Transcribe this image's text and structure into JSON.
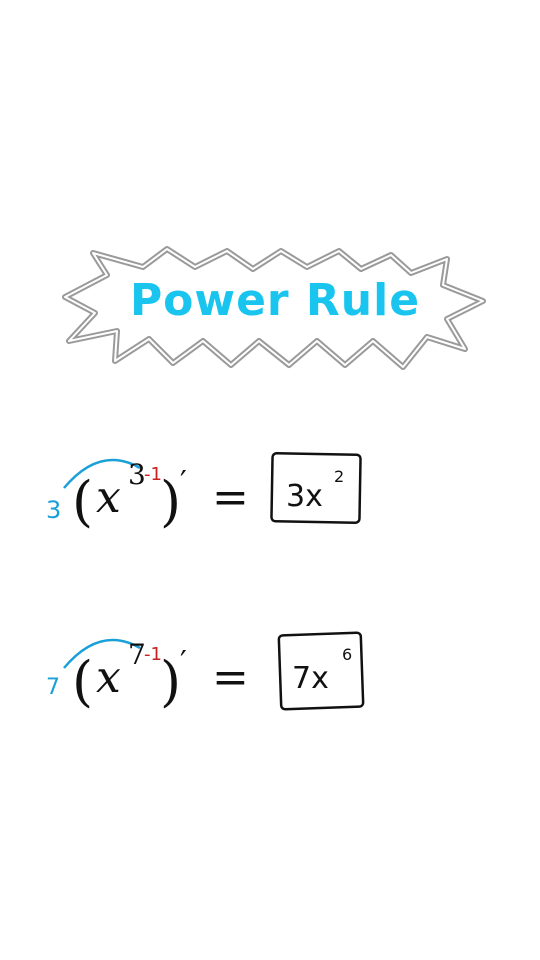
{
  "title": "Power Rule",
  "colors": {
    "accent": "#19c5ee",
    "annotation_blue": "#1aa0d8",
    "annotation_red": "#cc1f1f",
    "ink": "#111111",
    "burst_stroke": "#9a9a9a"
  },
  "equations": [
    {
      "coef_note": "3",
      "base": "x",
      "exponent": "3",
      "minus_note": "-1",
      "prime": "′",
      "equals": "=",
      "answer_coef": "3x",
      "answer_exp": "2"
    },
    {
      "coef_note": "7",
      "base": "x",
      "exponent": "7",
      "minus_note": "-1",
      "prime": "′",
      "equals": "=",
      "answer_coef": "7x",
      "answer_exp": "6"
    }
  ]
}
